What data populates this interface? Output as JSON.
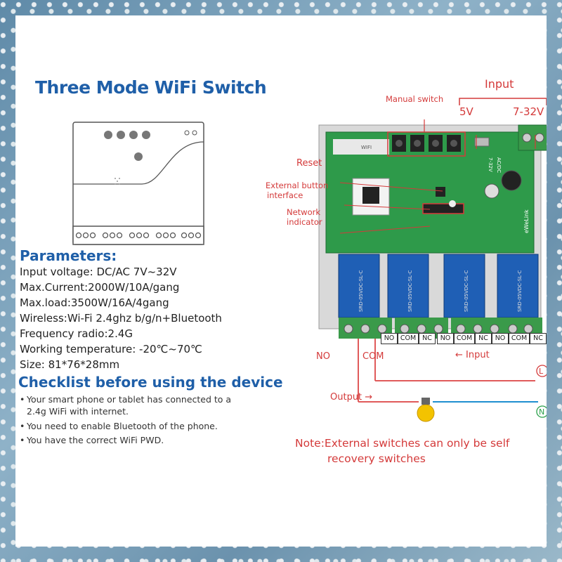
{
  "title": "Three Mode WiFi Switch",
  "parameters": {
    "heading": "Parameters:",
    "items": [
      "Input voltage:  DC/AC 7V~32V",
      "Max.Current:2000W/10A/gang",
      "Max.load:3500W/16A/4gang",
      "Wireless:Wi-Fi 2.4ghz b/g/n+Bluetooth",
      "Frequency radio:2.4G",
      "Working temperature: -20℃~70℃",
      "Size: 81*76*28mm"
    ]
  },
  "checklist": {
    "heading": "Checklist before using the device",
    "items": [
      "Your smart phone or tablet has connected to a",
      "2.4g WiFi with internet.",
      "You need to enable Bluetooth of the phone.",
      "You have the correct WiFi PWD."
    ]
  },
  "diagram": {
    "input_label": "Input",
    "v5_label": "5V",
    "v732_label": "7-32V",
    "manual_switch": "Manual switch",
    "reset": "Reset",
    "ext_button_1": "External button",
    "ext_button_2": "interface",
    "network_1": "Network",
    "network_2": "indicator",
    "board_brand": "eWeLink",
    "board_voltage": "7-32V",
    "board_acdc": "AC/DC",
    "board_wifi": "WIFI",
    "relay_text": "SRD-05VDC-SL-C",
    "terminal_groups": [
      [
        "NO",
        "COM",
        "NC"
      ],
      [
        "NO",
        "COM",
        "NC"
      ],
      [
        "NO",
        "COM",
        "NC"
      ]
    ],
    "no_label": "NO",
    "com_label": "COM",
    "arrow_input": "←  Input",
    "l_symbol": "L",
    "output_label": "Output  →",
    "n_symbol": "N"
  },
  "note": {
    "line1": "Note:External switches can only be self",
    "line2": "recovery switches"
  },
  "colors": {
    "title_blue": "#1f5fa8",
    "red": "#d43a3a",
    "blue_line": "#1f8fd0",
    "green_board": "#2e9a4a"
  }
}
